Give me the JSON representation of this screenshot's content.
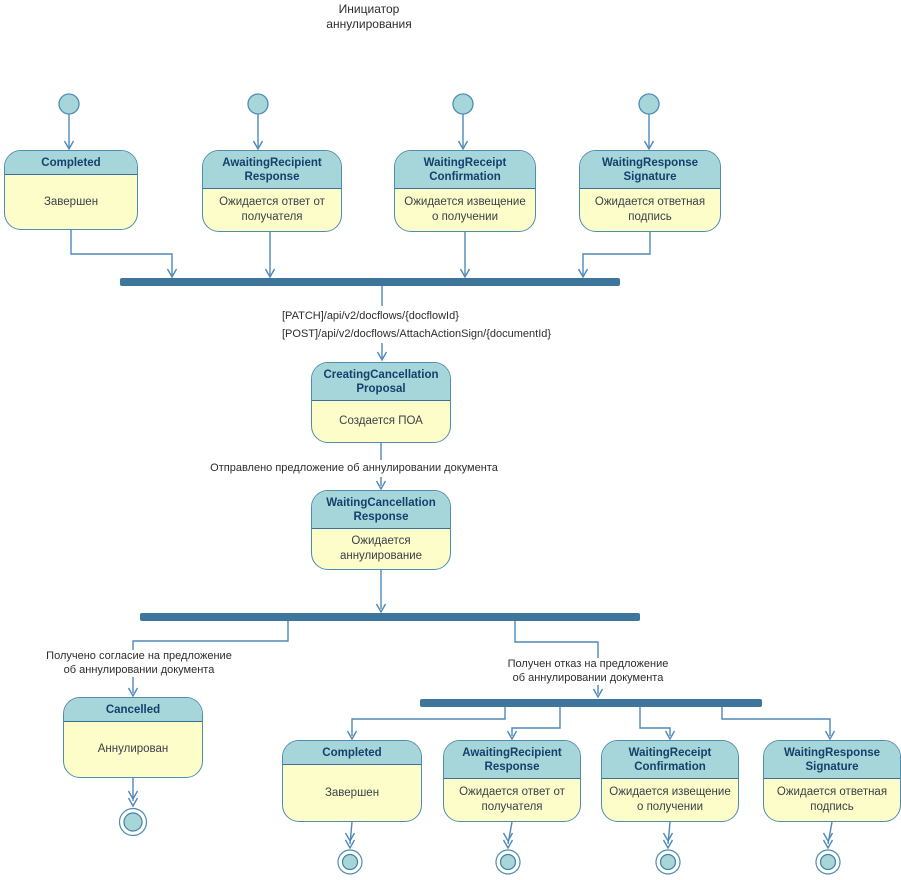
{
  "diagram_title": "Инициатор\nаннулирования",
  "colors": {
    "state_header_fill": "#a6d6da",
    "state_body_fill": "#fcfdc9",
    "state_border": "#4e8cb0",
    "bar_fill": "#3e759b",
    "edge_line": "#4e88b8",
    "state_name_text": "#14406b",
    "state_description_text": "#3a3f47"
  },
  "states": {
    "top_completed": {
      "name": "Completed",
      "description": "Завершен"
    },
    "top_awaiting_recipient_response": {
      "name": "AwaitingRecipient\nResponse",
      "description": "Ожидается ответ от\nполучателя"
    },
    "top_waiting_receipt_confirmation": {
      "name": "WaitingReceipt\nConfirmation",
      "description": "Ожидается извещение\nо получении"
    },
    "top_waiting_response_signature": {
      "name": "WaitingResponse\nSignature",
      "description": "Ожидается ответная\nподпись"
    },
    "creating_cancellation_proposal": {
      "name": "CreatingCancellation\nProposal",
      "description": "Создается ПОА"
    },
    "waiting_cancellation_response": {
      "name": "WaitingCancellation\nResponse",
      "description": "Ожидается\nаннулирование"
    },
    "cancelled": {
      "name": "Cancelled",
      "description": "Аннулирован"
    },
    "bottom_completed": {
      "name": "Completed",
      "description": "Завершен"
    },
    "bottom_awaiting_recipient_response": {
      "name": "AwaitingRecipient\nResponse",
      "description": "Ожидается ответ от\nполучателя"
    },
    "bottom_waiting_receipt_confirmation": {
      "name": "WaitingReceipt\nConfirmation",
      "description": "Ожидается извещение\nо получении"
    },
    "bottom_waiting_response_signature": {
      "name": "WaitingResponse\nSignature",
      "description": "Ожидается ответная\nподпись"
    }
  },
  "edge_labels": {
    "api_patch": "[PATCH]/api/v2/docflows/{docflowId}",
    "api_post": "[POST]/api/v2/docflows/AttachActionSign/{documentId}",
    "proposal_sent": "Отправлено предложение об аннулировании документа",
    "agreement_received": "Получено согласие на предложение\nоб аннулировании документа",
    "refusal_received": "Получен отказ на предложение\nоб аннулировании документа"
  }
}
